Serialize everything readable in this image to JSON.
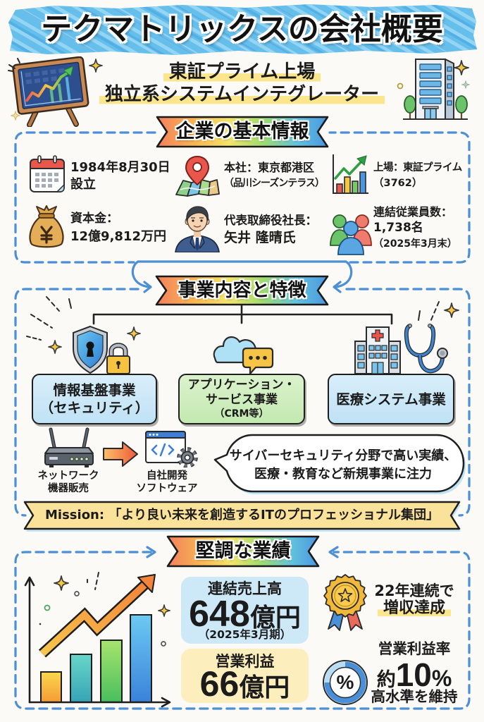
{
  "header": {
    "title": "テクマトリックスの会社概要",
    "subtitle_line1": "東証プライム上場",
    "subtitle_line2": "独立系システムインテグレーター",
    "left_icon": "chalkboard-growth-chart-icon",
    "right_icon": "office-building-icon"
  },
  "basic_info": {
    "heading": "企業の基本情報",
    "items": [
      {
        "icon": "calendar-icon",
        "lines": [
          "1984年8月30日",
          "設立"
        ]
      },
      {
        "icon": "map-pin-icon",
        "lines": [
          "本社：東京都港区",
          "（品川シーズンテラス）"
        ]
      },
      {
        "icon": "rising-bar-chart-icon",
        "lines": [
          "上場：東証プライム",
          "（3762）"
        ]
      },
      {
        "icon": "yen-money-bag-icon",
        "lines": [
          "資本金：",
          "12億9,812万円"
        ]
      },
      {
        "icon": "businessman-avatar-icon",
        "lines": [
          "代表取締役社長：",
          "矢井 隆晴氏"
        ]
      },
      {
        "icon": "employees-group-icon",
        "lines": [
          "連結従業員数：",
          "1,738名",
          "（2025年3月末）"
        ]
      }
    ]
  },
  "business": {
    "heading": "事業内容と特徴",
    "segments": [
      {
        "icon": "shield-lock-icon",
        "lines": [
          "情報基盤事業",
          "（セキュリティ）"
        ]
      },
      {
        "icon": "cloud-chat-icon",
        "lines": [
          "アプリケーション・",
          "サービス事業",
          "（CRM等）"
        ]
      },
      {
        "icon": "hospital-stethoscope-icon",
        "lines": [
          "医療システム事業"
        ]
      }
    ],
    "shift": {
      "from": {
        "icon": "network-router-icon",
        "lines": [
          "ネットワーク",
          "機器販売"
        ]
      },
      "arrow_icon": "right-arrow-icon",
      "to": {
        "icon": "code-window-gear-icon",
        "lines": [
          "自社開発",
          "ソフトウェア"
        ]
      }
    },
    "speech_bubble": [
      "サイバーセキュリティ分野で高い実績、",
      "医療・教育など新規事業に注力"
    ],
    "mission": "Mission: 「より良い未来を創造するITのプロフェッショナル集団」"
  },
  "performance": {
    "heading": "堅調な業績",
    "illustration_icon": "growth-bar-chart-arrow-icon",
    "revenue": {
      "label": "連結売上高",
      "value": "648",
      "unit": "億円",
      "period": "（2025年3月期）"
    },
    "operating_profit": {
      "label": "営業利益",
      "value": "66",
      "unit": "億円"
    },
    "revenue_streak": {
      "icon": "award-medal-icon",
      "line1": "22年連続で",
      "line2": "増収達成"
    },
    "operating_margin": {
      "icon": "percent-ring-icon",
      "icon_symbol": "%",
      "label": "営業利益率",
      "prefix": "約",
      "value": "10",
      "unit": "%",
      "note": "高水準を維持"
    }
  },
  "colors": {
    "frame_dashed_blue": "#4b8fd5",
    "title_brush_blue": "#66bfeb",
    "ribbon_gradient": [
      "#f47f5e",
      "#f8b552",
      "#f4e46a",
      "#9fdb6e",
      "#63c2dc",
      "#4a96e2"
    ],
    "highlight_yellow": "#fbe68e",
    "mission_banner": "#fbe29a",
    "revenue_box": "#cde8f7",
    "profit_box": "#fdefbd",
    "security_box": "#cde9f7",
    "application_box": "#cfeebf",
    "medical_box": "#cde9f7"
  }
}
